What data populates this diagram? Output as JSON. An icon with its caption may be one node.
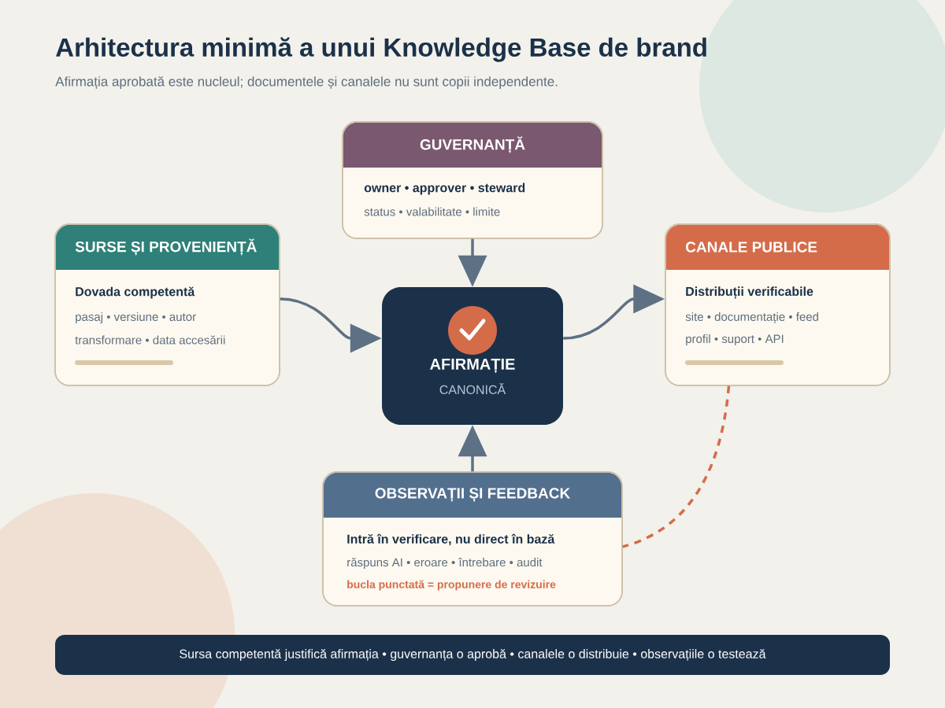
{
  "diagram": {
    "title": "Arhitectura minimă a unui Knowledge Base de brand",
    "caption": "Afirmația aprobată este nucleul; documentele și canalele nu sunt copii independente.",
    "nodes": [
      {
        "text": [
          "GUVERNANȚĂ",
          "owner • approver • steward",
          "status • valabilitate • limite"
        ]
      },
      {
        "text": [
          "SURSE ȘI PROVENIENȚĂ",
          "Dovada competentă",
          "pasaj • versiune • autor",
          "transformare • data accesării"
        ]
      },
      {
        "text": [
          "AFIRMAȚIE",
          "CANONICĂ"
        ]
      },
      {
        "text": [
          "CANALE PUBLICE",
          "Distribuții verificabile",
          "site • documentație • feed",
          "profil • suport • API"
        ]
      },
      {
        "text": [
          "OBSERVAȚII ȘI FEEDBACK",
          "Intră în verificare, nu direct în bază",
          "răspuns AI • eroare • întrebare • audit",
          "bucla punctată = propunere de revizuire"
        ]
      },
      {
        "text": [
          "Sursa competentă justifică afirmația • guvernanța o aprobă • canalele o distribuie • observațiile o testează"
        ]
      }
    ],
    "edges": [
      {
        "from": 0,
        "to": 2,
        "arrow": "to"
      },
      {
        "from": 1,
        "to": 2,
        "arrow": "to"
      },
      {
        "from": 2,
        "to": 3,
        "arrow": "to"
      },
      {
        "from": 4,
        "to": 2,
        "arrow": "to"
      },
      {
        "from": 3,
        "to": 4,
        "arrow": "none",
        "style": "dashed",
        "color": "#d46c4a"
      }
    ]
  }
}
